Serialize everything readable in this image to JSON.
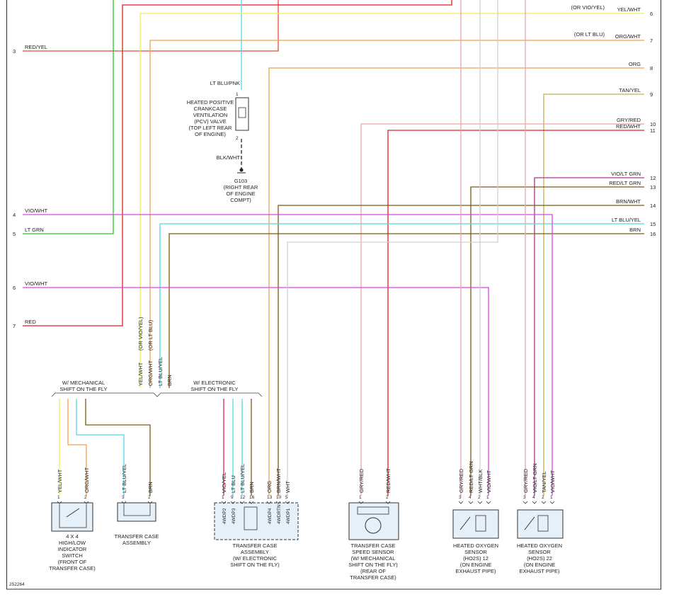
{
  "diagram_id": "252264",
  "colors": {
    "red": "#e02020",
    "green": "#22cc22",
    "cyan": "#55d8e8",
    "yellow": "#eeee55",
    "orange": "#f0a050",
    "redyel": "#e05030",
    "violet": "#dd44dd",
    "brown": "#7a5a10",
    "gray": "#d0d0d0",
    "pink": "#e8a8a8",
    "tan": "#c0b050",
    "black": "#222222"
  },
  "left_rows": [
    {
      "num": "3",
      "label": "RED/YEL"
    },
    {
      "num": "4",
      "label": "VIO/WHT"
    },
    {
      "num": "5",
      "label": "LT GRN"
    },
    {
      "num": "6",
      "label": "VIO/WHT"
    },
    {
      "num": "7",
      "label": "RED"
    }
  ],
  "right_rows": [
    {
      "num": "6",
      "label": "YEL/WHT",
      "alt": "(OR VIO/YEL)"
    },
    {
      "num": "7",
      "label": "ORG/WHT",
      "alt": "(OR LT BLU)"
    },
    {
      "num": "8",
      "label": "ORG",
      "alt": ""
    },
    {
      "num": "9",
      "label": "TAN/YEL",
      "alt": ""
    },
    {
      "num": "10",
      "label": "GRY/RED",
      "alt": ""
    },
    {
      "num": "11",
      "label": "RED/WHT",
      "alt": ""
    },
    {
      "num": "12",
      "label": "VIO/LT GRN",
      "alt": ""
    },
    {
      "num": "13",
      "label": "RED/LT GRN",
      "alt": ""
    },
    {
      "num": "14",
      "label": "BRN/WHT",
      "alt": ""
    },
    {
      "num": "15",
      "label": "LT BLU/YEL",
      "alt": ""
    },
    {
      "num": "16",
      "label": "BRN",
      "alt": ""
    }
  ],
  "pcv": {
    "wire_top": "LT BLU/PNK",
    "wire_bottom": "BLK/WHT",
    "pin1": "1",
    "pin2": "2",
    "desc": [
      "HEATED POSITIVE",
      "CRANKCASE",
      "VENTILATION",
      "(PCV) VALVE",
      "(TOP LEFT REAR",
      "OF ENGINE)"
    ],
    "ground": [
      "G103",
      "(RIGHT REAR",
      "OF ENGINE",
      "COMPT)"
    ]
  },
  "vertical_labels": {
    "yelwht": "YEL/WHT",
    "yelwht_alt": "(OR VIO/YEL)",
    "orgwht": "ORG/WHT",
    "orgwht_alt": "(OR LT BLU)",
    "ltbluyel": "LT BLU/YEL",
    "brn": "BRN"
  },
  "groups": {
    "mechanical": [
      "W/ MECHANICAL",
      "SHIFT ON THE FLY"
    ],
    "electronic": [
      "W/ ELECTRONIC",
      "SHIFT ON THE FLY"
    ]
  },
  "switch": {
    "wires": [
      "YEL/WHT",
      "ORG/WHT"
    ],
    "pins": [
      "1",
      "2"
    ],
    "desc": [
      "4 X 4",
      "HIGH/LOW",
      "INDICATOR",
      "SWITCH",
      "(FRONT OF",
      "TRANSFER CASE)"
    ]
  },
  "tc_mech": {
    "wires": [
      "LT BLU/YEL",
      "BRN"
    ],
    "pins": [
      "3",
      "2"
    ],
    "desc": [
      "TRANSFER CASE",
      "ASSEMBLY"
    ]
  },
  "tc_elec": {
    "wires": [
      "VIO/YEL",
      "LT BLU",
      "LT BLU/YEL",
      "BRN",
      "ORG",
      "BRN/WHT",
      "WHT"
    ],
    "pins": [
      "1",
      "9",
      "12",
      "16",
      "13",
      "10",
      "5"
    ],
    "inner": [
      "4WDP2",
      "4WDP3",
      "4WDP4",
      "4WDRTN",
      "4WDP1"
    ],
    "desc": [
      "TRANSFER CASE",
      "ASSEMBLY",
      "(W/ ELECTRONIC",
      "SHIFT ON THE FLY)"
    ]
  },
  "speed_sensor": {
    "wires": [
      "GRY/RED",
      "RED/WHT"
    ],
    "pins": [
      "1",
      "2"
    ],
    "desc": [
      "TRANSFER CASE",
      "SPEED SENSOR",
      "(W/ MECHANICAL",
      "SHIFT ON THE FLY)",
      "(REAR OF",
      "TRANSFER CASE)"
    ]
  },
  "ho2s12": {
    "wires": [
      "GRY/RED",
      "RED/LT GRN",
      "WHT/BLK",
      "VIO/WHT"
    ],
    "pins": [
      "3",
      "4",
      "2",
      "1"
    ],
    "desc": [
      "HEATED OXYGEN",
      "SENSOR",
      "(HO2S) 12",
      "(ON ENGINE",
      "EXHAUST PIPE)"
    ]
  },
  "ho2s22": {
    "wires": [
      "GRY/RED",
      "VIO/LT GRN",
      "TAN/YEL",
      "VIO/WHT"
    ],
    "pins": [
      "3",
      "4",
      "2",
      "1"
    ],
    "desc": [
      "HEATED OXYGEN",
      "SENSOR",
      "(HO2S) 22",
      "(ON ENGINE",
      "EXHAUST PIPE)"
    ]
  }
}
